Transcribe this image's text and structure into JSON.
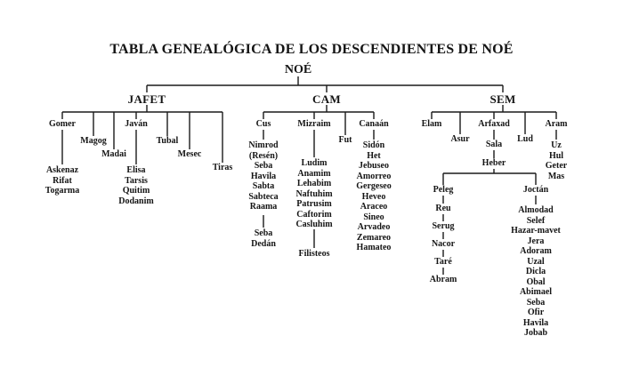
{
  "title": "TABLA GENEALÓGICA DE LOS DESCENDIENTES DE NOÉ",
  "root": "NOÉ",
  "sons": {
    "jafet": "JAFET",
    "cam": "CAM",
    "sem": "SEM"
  },
  "jafet": {
    "gomer": {
      "name": "Gomer",
      "children": [
        "Askenaz",
        "Rifat",
        "Togarma"
      ]
    },
    "magog": "Magog",
    "madai": "Madai",
    "javan": {
      "name": "Javán",
      "children": [
        "Elisa",
        "Tarsis",
        "Quitim",
        "Dodanim"
      ]
    },
    "tubal": "Tubal",
    "mesec": "Mesec",
    "tiras": "Tiras"
  },
  "cam": {
    "cus": {
      "name": "Cus",
      "children": [
        "Nimrod",
        "(Resén)",
        "Seba",
        "Havila",
        "Sabta",
        "Sabteca",
        "Raama"
      ],
      "grandchildren": [
        "Seba",
        "Dedán"
      ]
    },
    "mizraim": {
      "name": "Mizraim",
      "children": [
        "Ludim",
        "Anamim",
        "Lehabim",
        "Naftuhim",
        "Patrusim",
        "Caftorim",
        "Casluhim"
      ],
      "grandchildren": [
        "Filisteos"
      ]
    },
    "fut": "Fut",
    "canaan": {
      "name": "Canaán",
      "children": [
        "Sidón",
        "Het",
        "Jebuseo",
        "Amorreo",
        "Gergeseo",
        "Heveo",
        "Araceo",
        "Sineo",
        "Arvadeo",
        "Zemareo",
        "Hamateo"
      ]
    }
  },
  "sem": {
    "elam": "Elam",
    "asur": "Asur",
    "arfaxad": "Arfaxad",
    "sala": "Sala",
    "heber": "Heber",
    "lud": "Lud",
    "aram": {
      "name": "Aram",
      "children": [
        "Uz",
        "Hul",
        "Geter",
        "Mas"
      ]
    },
    "peleg_line": [
      "Peleg",
      "Reu",
      "Serug",
      "Nacor",
      "Taré",
      "Abram"
    ],
    "joctan": {
      "name": "Joctán",
      "children": [
        "Almodad",
        "Selef",
        "Hazar-mavet",
        "Jera",
        "Adoram",
        "Uzal",
        "Dicla",
        "Obal",
        "Abimael",
        "Seba",
        "Ofir",
        "Havila",
        "Jobab"
      ]
    }
  }
}
